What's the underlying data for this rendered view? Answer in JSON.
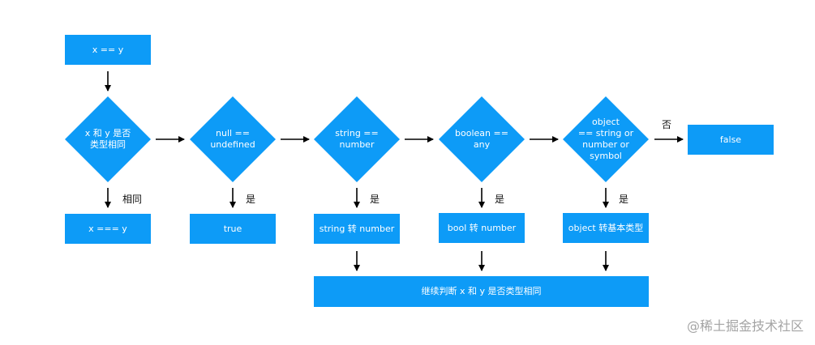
{
  "nodes": {
    "start": "x == y",
    "same_type": [
      "x 和 y 是否",
      "类型相同"
    ],
    "strict": "x === y",
    "null_undef": [
      "null ==",
      "undefined"
    ],
    "true_box": "true",
    "str_num": [
      "string ==",
      "number"
    ],
    "str_to_num": "string 转 number",
    "bool_any": [
      "boolean ==",
      "any"
    ],
    "bool_to_num": "bool 转 number",
    "obj_cmp": [
      "object",
      "== string or",
      "number or",
      "symbol"
    ],
    "obj_to_prim": "object 转基本类型",
    "false_box": "false",
    "continue_box": "继续判断 x 和 y 是否类型相同"
  },
  "labels": {
    "same": "相同",
    "yes": "是",
    "no": "否"
  },
  "watermark": "@稀土掘金技术社区",
  "colors": {
    "node_fill": "#0d9bf7",
    "node_text": "#ffffff",
    "arrow": "#000000"
  }
}
